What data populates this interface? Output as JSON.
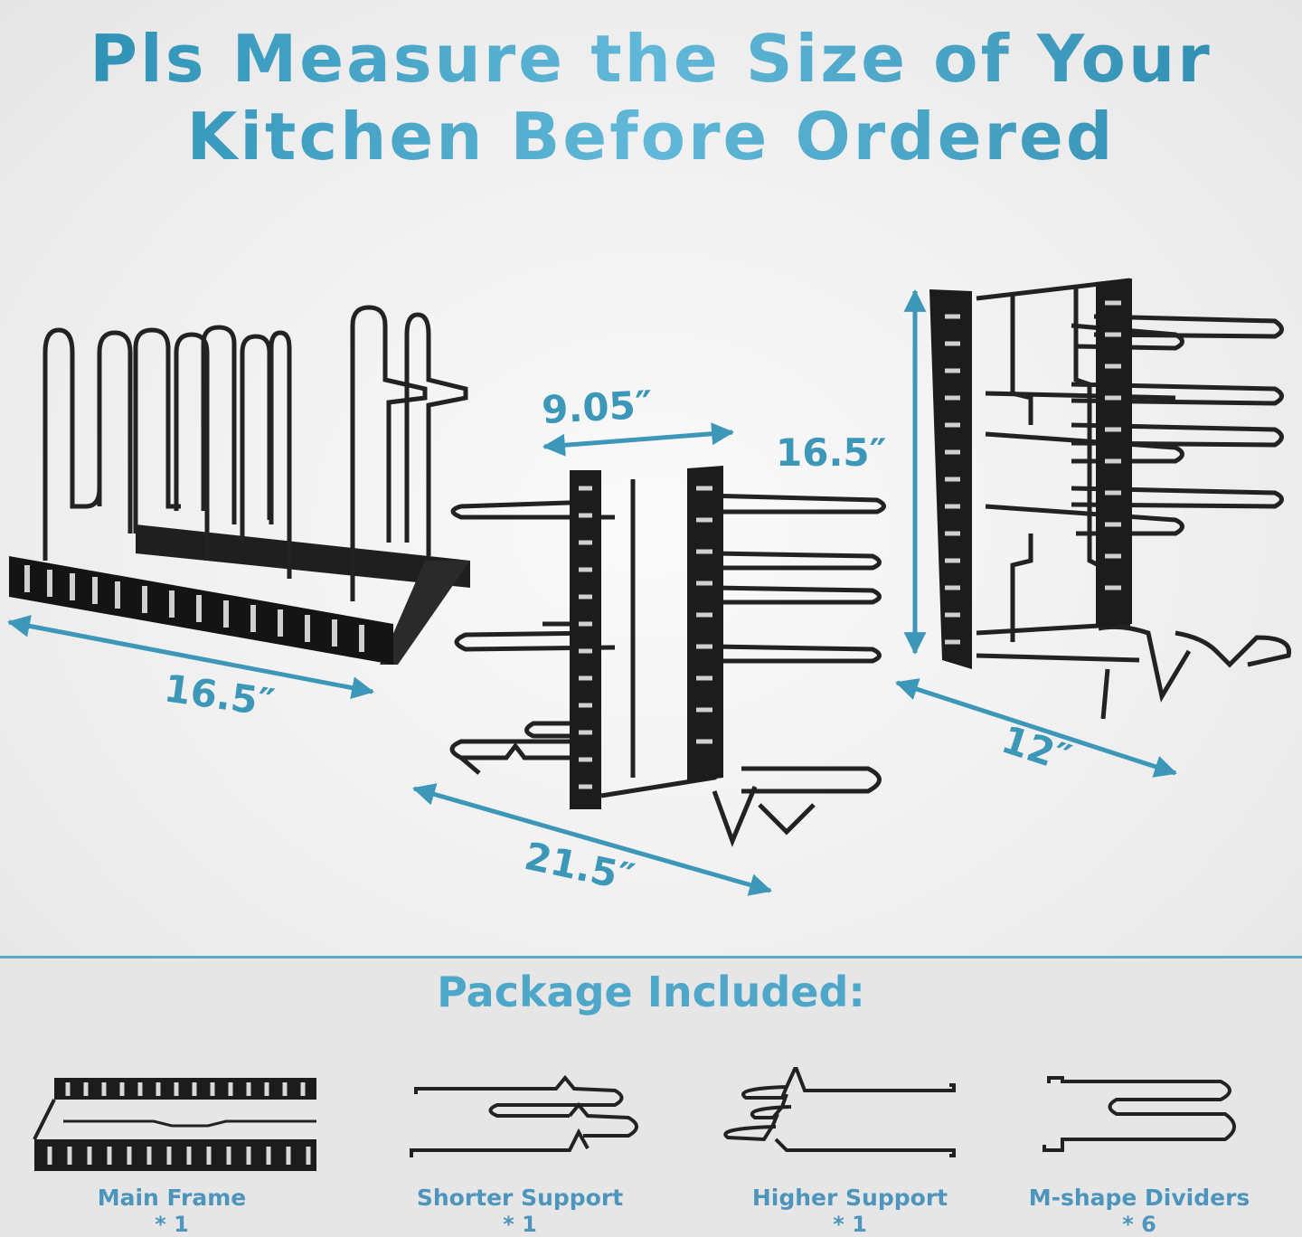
{
  "headline": {
    "line1": "Pls Measure the Size of Your",
    "line2": "Kitchen Before Ordered"
  },
  "dimensions": {
    "frame_length": "16.5″",
    "rack_width": "9.05″",
    "rack_length": "21.5″",
    "rack_height": "16.5″",
    "vertical_depth": "12″"
  },
  "package": {
    "title": "Package Included:",
    "items": [
      {
        "name": "Main Frame",
        "qty": "* 1",
        "icon": "main-frame-icon"
      },
      {
        "name": "Shorter Support",
        "qty": "* 1",
        "icon": "shorter-support-icon"
      },
      {
        "name": "Higher Support",
        "qty": "* 1",
        "icon": "higher-support-icon"
      },
      {
        "name": "M-shape Dividers",
        "qty": "* 6",
        "icon": "m-shape-divider-icon"
      }
    ]
  },
  "colors": {
    "accent": "#3d97b8",
    "metal": "#2b2b2b",
    "background": "#f0f0f0"
  }
}
